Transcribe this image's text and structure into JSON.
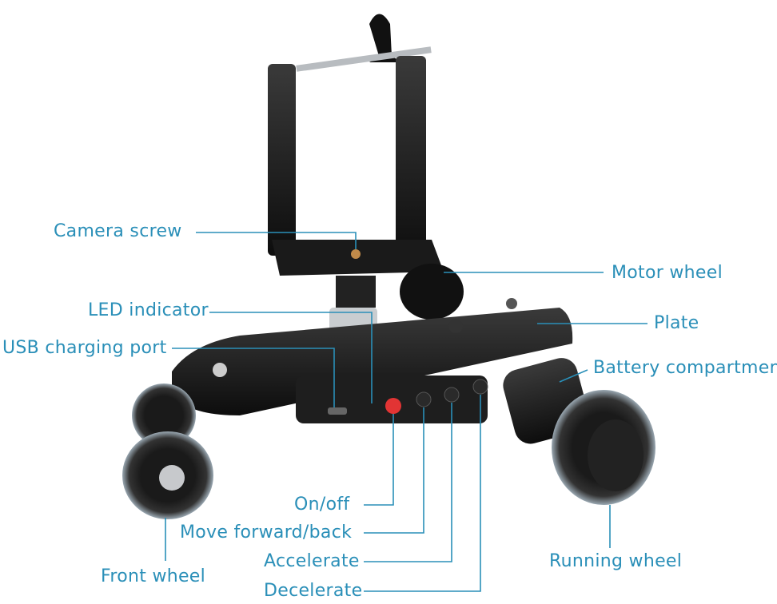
{
  "accent_color": "#2a8fb8",
  "labels": {
    "camera_screw": "Camera screw",
    "led_indicator": "LED indicator",
    "usb_charging_port": "USB charging port",
    "motor_wheel": "Motor wheel",
    "plate": "Plate",
    "battery_compartment": "Battery compartment",
    "on_off": "On/off",
    "move_forward_back": "Move forward/back",
    "accelerate": "Accelerate",
    "decelerate": "Decelerate",
    "front_wheel": "Front wheel",
    "running_wheel": "Running wheel"
  }
}
